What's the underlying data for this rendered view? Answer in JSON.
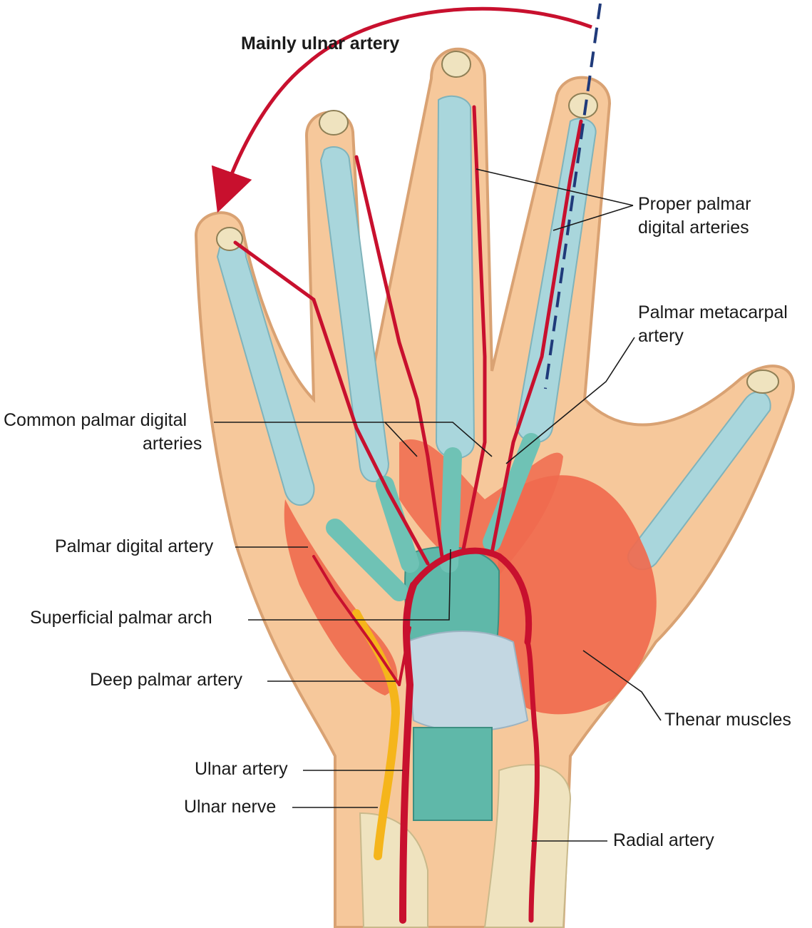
{
  "labels": {
    "mainly_ulnar": "Mainly ulnar artery",
    "proper_palmar_1": "Proper palmar",
    "proper_palmar_2": "digital arteries",
    "palmar_metacarpal_1": "Palmar metacarpal",
    "palmar_metacarpal_2": "artery",
    "common_palmar_1": "Common palmar digital",
    "common_palmar_2": "arteries",
    "palmar_digital": "Palmar digital artery",
    "superficial_arch": "Superficial palmar arch",
    "deep_palmar": "Deep palmar artery",
    "thenar": "Thenar muscles",
    "ulnar_artery": "Ulnar artery",
    "ulnar_nerve": "Ulnar nerve",
    "radial_artery": "Radial artery"
  },
  "colors": {
    "skin": "#f6c89b",
    "skin_outline": "#d9a273",
    "tendon_sheath": "#a9d6dc",
    "retinaculum": "#5fb8a9",
    "muscle": "#f06a4e",
    "artery": "#c8102e",
    "nerve": "#f5b51b",
    "bone": "#efe3bf",
    "arrow": "#c8102e",
    "dashed_line": "#1f3a7a",
    "label_text": "#1a1a1a"
  }
}
